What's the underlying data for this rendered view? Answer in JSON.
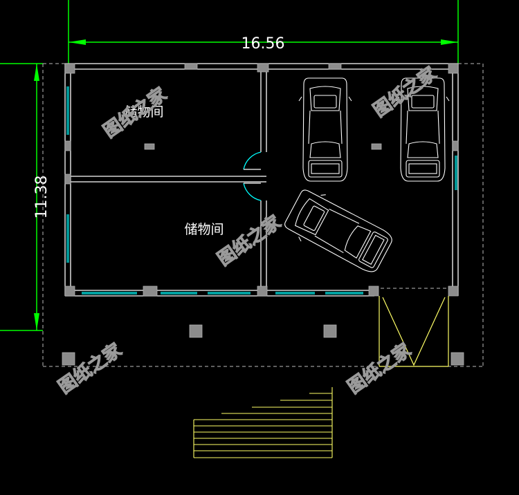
{
  "dimensions": {
    "width": "16.56",
    "depth": "11.38"
  },
  "rooms": [
    {
      "label": "储物间"
    },
    {
      "label": "储物间"
    }
  ],
  "watermark": "图纸之家",
  "colors": {
    "background": "#000000",
    "wall": "#ffffff",
    "dimension": "#00ff00",
    "window": "#00ffff",
    "stair": "#ffff66",
    "column": "#8c8c8c",
    "text": "#ffffff"
  }
}
